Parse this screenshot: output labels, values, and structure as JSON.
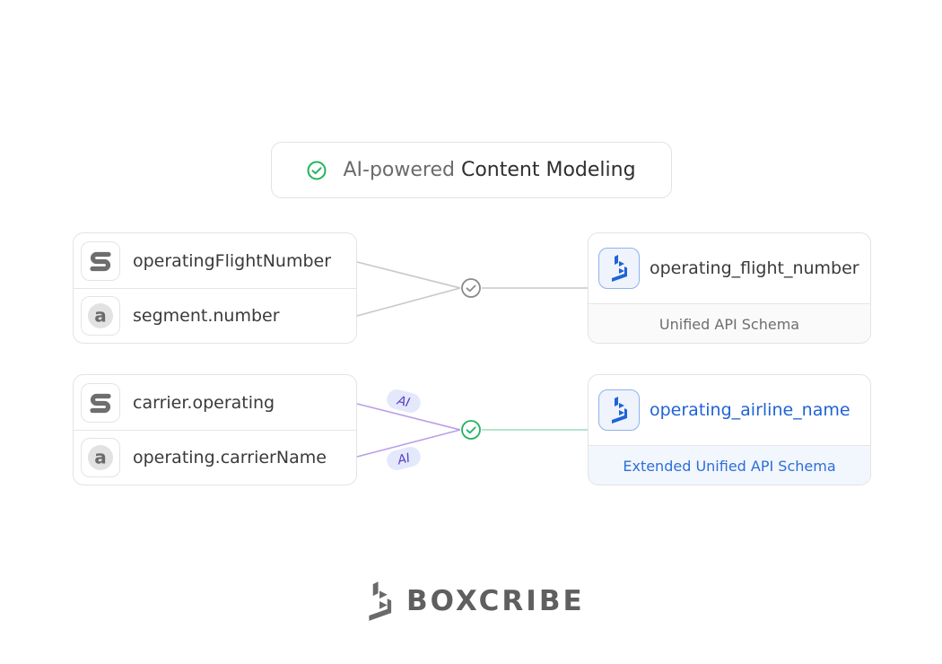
{
  "title": {
    "light": "AI-powered",
    "strong": "Content Modeling"
  },
  "mappings": [
    {
      "sources": [
        {
          "icon": "s-logo-icon",
          "label": "operatingFlightNumber"
        },
        {
          "icon": "a-logo-icon",
          "label": "segment.number"
        }
      ],
      "target": {
        "label": "operating_flight_number",
        "footer": "Unified API Schema"
      },
      "ai": false
    },
    {
      "sources": [
        {
          "icon": "s-logo-icon",
          "label": "carrier.operating"
        },
        {
          "icon": "a-logo-icon",
          "label": "operating.carrierName"
        }
      ],
      "target": {
        "label": "operating_airline_name",
        "footer": "Extended Unified API Schema"
      },
      "ai": true,
      "ai_badges": [
        "AI",
        "AI"
      ]
    }
  ],
  "colors": {
    "check_green": "#22b35e",
    "connector_gray": "#c8c8c8",
    "connector_purple": "#b9a0ea",
    "connector_green": "#9fdcbd",
    "accent_blue": "#1f63d6"
  },
  "brand": {
    "name": "BOXCRIBE"
  }
}
